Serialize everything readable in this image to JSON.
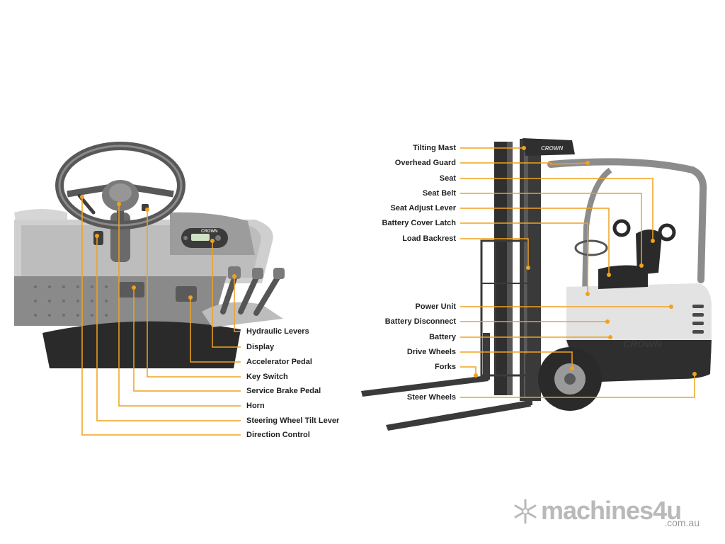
{
  "steering_diagram": {
    "labels": {
      "hydraulic_levers": "Hydraulic Levers",
      "display": "Display",
      "accelerator_pedal": "Accelerator Pedal",
      "key_switch": "Key Switch",
      "service_brake_pedal": "Service Brake Pedal",
      "horn": "Horn",
      "steering_wheel_tilt_lever": "Steering Wheel Tilt Lever",
      "direction_control": "Direction Control"
    },
    "brand_on_dash": "CROWN"
  },
  "forklift_diagram": {
    "labels": {
      "tilting_mast": "Tilting Mast",
      "overhead_guard": "Overhead Guard",
      "seat": "Seat",
      "seat_belt": "Seat Belt",
      "seat_adjust_lever": "Seat Adjust Lever",
      "battery_cover_latch": "Battery Cover Latch",
      "load_backrest": "Load Backrest",
      "power_unit": "Power Unit",
      "battery_disconnect": "Battery Disconnect",
      "battery": "Battery",
      "drive_wheels": "Drive Wheels",
      "forks": "Forks",
      "steer_wheels": "Steer Wheels"
    },
    "brand_on_body": "CROWN"
  },
  "watermark": {
    "main": "machines4u",
    "sub": ".com.au"
  },
  "colors": {
    "leader_line": "#f0a21e",
    "dot": "#f0a21e",
    "label_text": "#222222",
    "machine_light": "#d9d9d9",
    "machine_dark": "#2e2e2e",
    "watermark": "#b9b9b9"
  }
}
